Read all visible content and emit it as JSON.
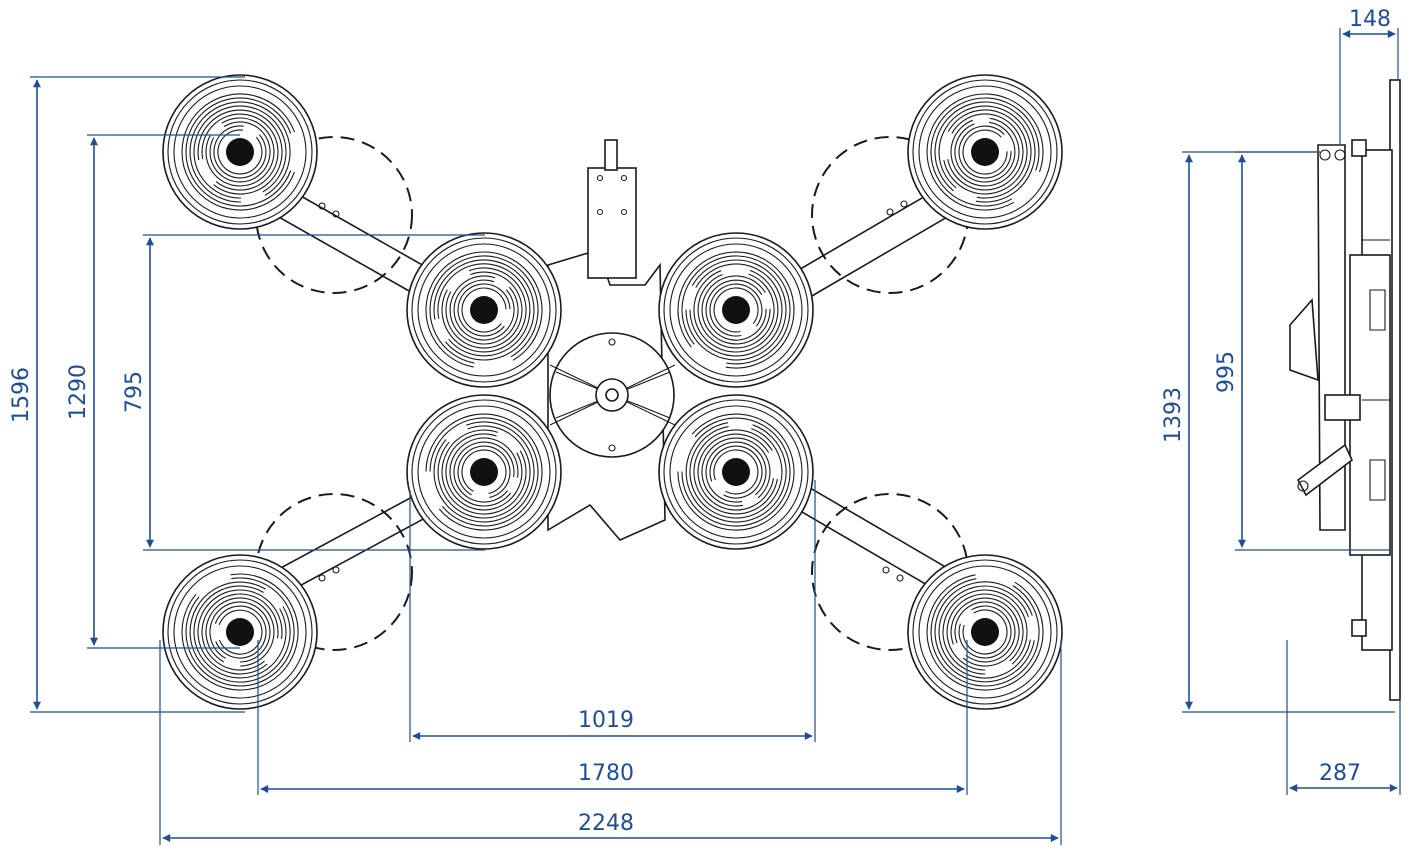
{
  "dimensions": {
    "width_pads_outer": "2248",
    "width_pads_mid": "1780",
    "width_pads_inner": "1019",
    "height_outer": "1596",
    "height_mid": "1290",
    "height_inner": "795",
    "side_height": "1393",
    "side_inner_height": "995",
    "side_depth_top": "148",
    "side_depth_bottom": "287"
  },
  "colors": {
    "dimension_line": "#1f4e96",
    "outline": "#1a1a1a",
    "background": "#ffffff"
  },
  "components": {
    "suction_pads_count": 8,
    "view_front": "front-view",
    "view_side": "side-view"
  }
}
